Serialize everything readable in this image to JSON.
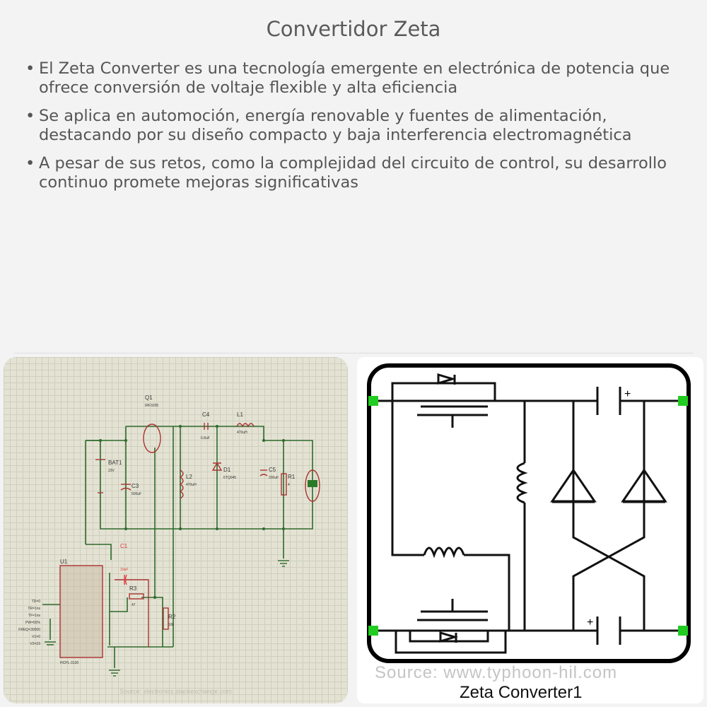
{
  "title": "Convertidor Zeta",
  "bullets": [
    "El Zeta Converter es una tecnología emergente en electrónica de potencia que ofrece conversión de voltaje flexible y alta eficiencia",
    "Se aplica en automoción, energía renovable y fuentes de alimentación, destacando por su diseño compacto y baja interferencia electromagnética",
    "A pesar de sus retos, como la complejidad del circuito de control, su desarrollo continuo promete mejoras significativas"
  ],
  "bullet_symbol": "•",
  "left_image": {
    "labels": {
      "q1": "Q1",
      "q1_part": "IRF3205",
      "c4": "C4",
      "c4_val": "6.8uF",
      "l1": "L1",
      "l1_val": "470uH",
      "bat1": "BAT1",
      "bat1_val": "23V",
      "c3": "C3",
      "c3_val": "500uF",
      "l2": "L2",
      "l2_val": "470uH",
      "d1": "D1",
      "d1_part": "6TQ045",
      "c5": "C5",
      "c5_val": "200uF",
      "r1": "R1",
      "r1_val": "4",
      "c1": "C1",
      "c1_val": "10uF",
      "u1": "U1",
      "u1_part": "HCPL-3120",
      "r3": "R3",
      "r3_val": "47",
      "r2": "R2",
      "r2_val": "10k",
      "pulse_params": [
        "TD=0",
        "TR=1ns",
        "TF=1ns",
        "PW=50%",
        "FREQ=30000",
        "V1=0",
        "V2=23"
      ]
    },
    "source": "Source: electronics.stackexchange.com"
  },
  "right_image": {
    "caption": "Zeta Converter1",
    "source": "Source: www.typhoon-hil.com",
    "terminal_color": "#22cc22"
  }
}
